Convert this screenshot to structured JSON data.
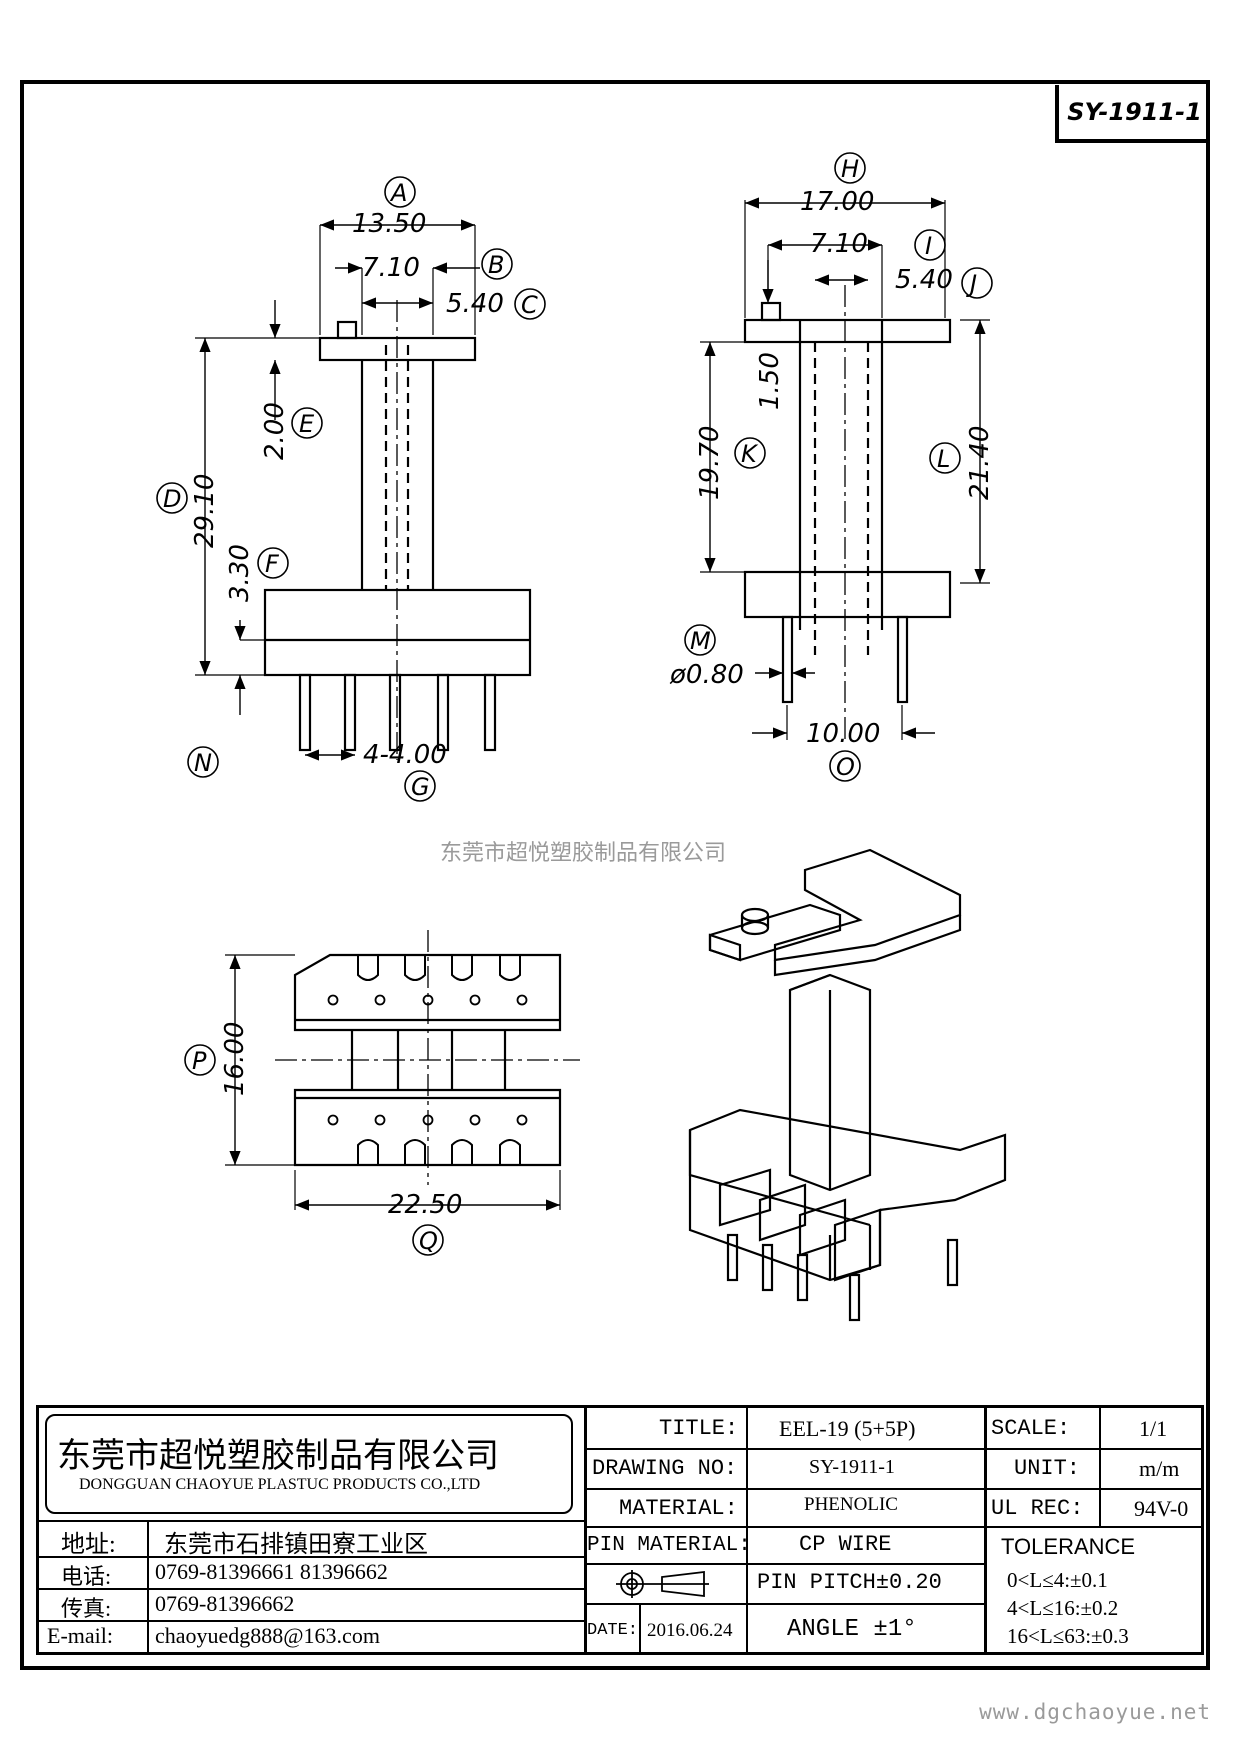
{
  "drawing_number_tag": "SY-1911-1",
  "watermark": "东莞市超悦塑胶制品有限公司",
  "website": "www.dgchaoyue.net",
  "views": {
    "front": {
      "dims": {
        "A_width": "13.50",
        "B_width": "7.10",
        "C_width": "5.40",
        "D_height": "29.10",
        "E_height": "2.00",
        "F_height": "3.30",
        "G_pitch": "4-4.00"
      },
      "labels": [
        "A",
        "B",
        "C",
        "D",
        "E",
        "F",
        "G",
        "N"
      ]
    },
    "side": {
      "dims": {
        "H_width": "17.00",
        "I_width": "7.10",
        "J_width": "5.40",
        "K_height": "19.70",
        "K2_height": "1.50",
        "L_height": "21.40",
        "M_dia": "ø0.80",
        "O_pitch": "10.00"
      },
      "labels": [
        "H",
        "I",
        "J",
        "K",
        "L",
        "M",
        "O"
      ]
    },
    "bottom": {
      "dims": {
        "P_height": "16.00",
        "Q_width": "22.50"
      },
      "labels": [
        "P",
        "Q"
      ]
    }
  },
  "title_block": {
    "company_cn": "东莞市超悦塑胶制品有限公司",
    "company_en": "DONGGUAN CHAOYUE PLASTUC PRODUCTS CO.,LTD",
    "address_label": "地址:",
    "address": "东莞市石排镇田寮工业区",
    "phone_label": "电话:",
    "phone": "0769-81396661  81396662",
    "fax_label": "传真:",
    "fax": "0769-81396662",
    "email_label": "E-mail:",
    "email": "chaoyuedg888@163.com",
    "title_label": "TITLE:",
    "title": "EEL-19 (5+5P)",
    "drawing_no_label": "DRAWING NO:",
    "drawing_no": "SY-1911-1",
    "material_label": "MATERIAL:",
    "material": "PHENOLIC",
    "pin_material_label": "PIN MATERIAL:",
    "pin_material": "CP WIRE",
    "pin_pitch": "PIN PITCH±0.20",
    "angle": "ANGLE  ±1°",
    "date_label": "DATE:",
    "date": "2016.06.24",
    "scale_label": "SCALE:",
    "scale": "1/1",
    "unit_label": "UNIT:",
    "unit": "m/m",
    "ul_label": "UL REC:",
    "ul": "94V-0",
    "tolerance_label": "TOLERANCE",
    "tolerances": [
      "0<L≤4:±0.1",
      "4<L≤16:±0.2",
      "16<L≤63:±0.3"
    ]
  }
}
